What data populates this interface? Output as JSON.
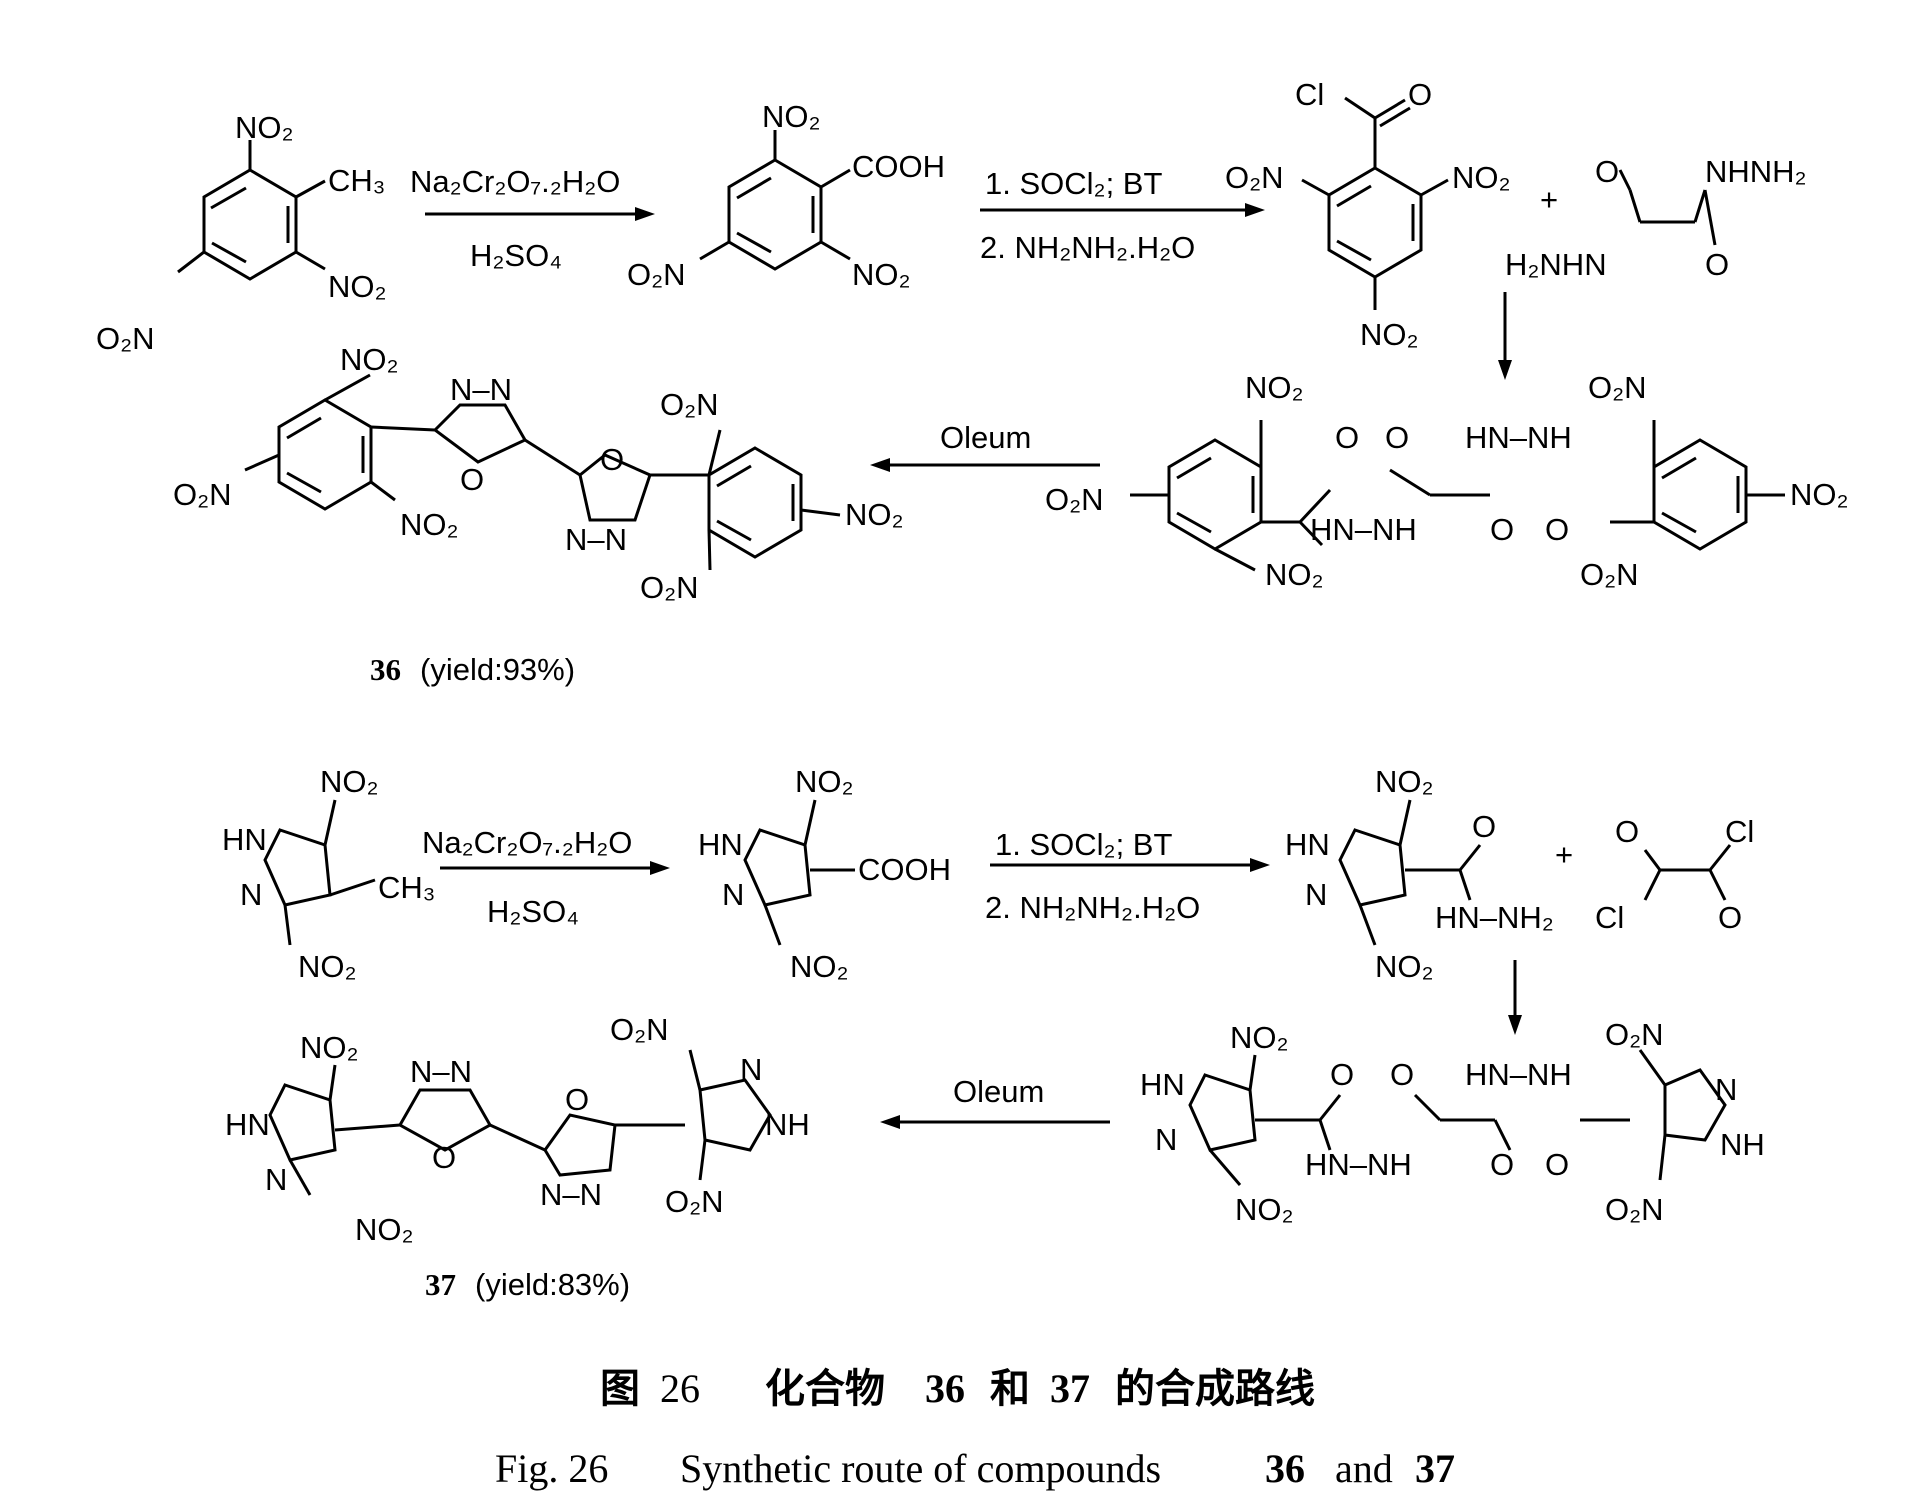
{
  "scheme36": {
    "reactant": {
      "no2_top": "NO₂",
      "ch3": "CH₃",
      "no2_bottom": "NO₂",
      "no2_left": "O₂N"
    },
    "step1": {
      "reagent": "Na₂Cr₂O₇.₂H₂O",
      "reagent2": "H₂SO₄"
    },
    "acid": {
      "no2_top": "NO₂",
      "cooh": "COOH",
      "no2_left": "O₂N",
      "no2_bottom": "NO₂"
    },
    "step2": {
      "line1": "1. SOCl₂; BT",
      "line2": "2. NH₂NH₂.H₂O"
    },
    "acylchloride": {
      "cl": "Cl",
      "o": "O",
      "no2_left": "O₂N",
      "no2_right": "NO₂",
      "no2_bottom": "NO₂"
    },
    "plus": "+",
    "oxalyl": {
      "o_top": "O",
      "nhnh2": "NHNH₂",
      "h2nhn": "H₂NHN",
      "o_bottom": "O"
    },
    "intermediate": {
      "no2_a": "NO₂",
      "o2n_a": "O₂N",
      "no2_b": "NO₂",
      "o_a": "O",
      "hn_nh": "HN–NH",
      "o_b": "O",
      "o_c": "O",
      "hn_nh_top": "HN–NH",
      "o_d": "O",
      "o2n_b": "O₂N",
      "no2_c": "NO₂",
      "o2n_c": "O₂N"
    },
    "step3": {
      "reagent": "Oleum"
    },
    "product": {
      "no2_a": "NO₂",
      "nn_a": "N–N",
      "o_a": "O",
      "o2n_a": "O₂N",
      "no2_b": "NO₂",
      "o2n_b": "O₂N",
      "o_b": "O",
      "nn_b": "N–N",
      "no2_c": "NO₂",
      "o2n_c": "O₂N"
    },
    "label": {
      "number": "36",
      "yield": "(yield:93%)"
    }
  },
  "scheme37": {
    "reactant": {
      "no2_top": "NO₂",
      "hn": "HN",
      "n": "N",
      "ch3": "CH₃",
      "no2_bottom": "NO₂"
    },
    "step1": {
      "reagent": "Na₂Cr₂O₇.₂H₂O",
      "reagent2": "H₂SO₄"
    },
    "acid": {
      "no2_top": "NO₂",
      "hn": "HN",
      "n": "N",
      "cooh": "COOH",
      "no2_bottom": "NO₂"
    },
    "step2": {
      "line1": "1. SOCl₂; BT",
      "line2": "2. NH₂NH₂.H₂O"
    },
    "hydrazide": {
      "no2_top": "NO₂",
      "hn": "HN",
      "n": "N",
      "o": "O",
      "hn_nh2": "HN–NH₂",
      "no2_bottom": "NO₂"
    },
    "plus": "+",
    "oxalylchloride": {
      "o_top": "O",
      "cl_top": "Cl",
      "cl_bottom": "Cl",
      "o_bottom": "O"
    },
    "intermediate": {
      "no2_a": "NO₂",
      "hn_a": "HN",
      "n_a": "N",
      "o_a": "O",
      "o_b": "O",
      "hn_nh": "HN–NH",
      "hn_nh_top": "HN–NH",
      "o_c": "O",
      "o_d": "O",
      "no2_b": "NO₂",
      "o2n_a": "O₂N",
      "n_b": "N",
      "nh_b": "NH",
      "o2n_b": "O₂N"
    },
    "step3": {
      "reagent": "Oleum"
    },
    "product": {
      "no2_a": "NO₂",
      "nn_a": "N–N",
      "o2n_a": "O₂N",
      "hn_a": "HN",
      "n_a": "N",
      "o_a": "O",
      "no2_b": "NO₂",
      "o_b": "O",
      "n_b": "N",
      "nh_b": "NH",
      "nn_b": "N–N",
      "o2n_b": "O₂N"
    },
    "label": {
      "number": "37",
      "yield": "(yield:83%)"
    }
  },
  "caption": {
    "zh_prefix": "图",
    "zh_number": "26",
    "zh_a": "化合物",
    "zh_n1": "36",
    "zh_b": "和",
    "zh_n2": "37",
    "zh_c": "的合成路线",
    "en_prefix": "Fig. 26",
    "en_text": "Synthetic route of compounds",
    "en_n1": "36",
    "en_and": "and",
    "en_n2": "37"
  }
}
